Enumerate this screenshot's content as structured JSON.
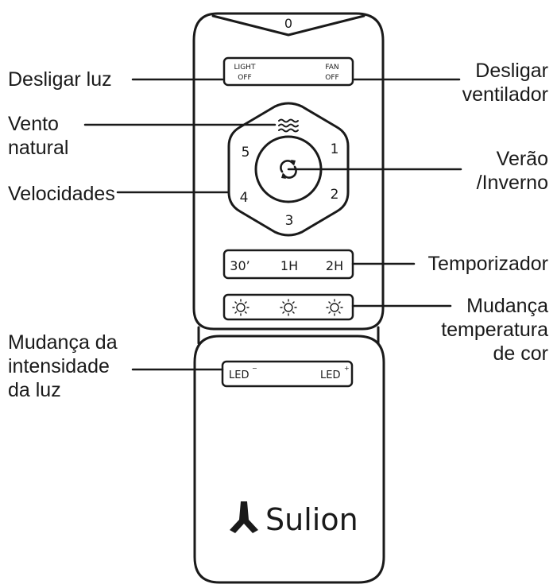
{
  "remote": {
    "power_symbol": "0",
    "light_off": {
      "line1": "LIGHT",
      "line2": "OFF"
    },
    "fan_off": {
      "line1": "FAN",
      "line2": "OFF"
    },
    "speeds": [
      "1",
      "2",
      "3",
      "4",
      "5"
    ],
    "timer": [
      "30’",
      "1H",
      "2H"
    ],
    "led_minus": "LED",
    "led_minus_sup": "−",
    "led_plus": "LED",
    "led_plus_sup": "+",
    "brand": "Sulion"
  },
  "callouts": {
    "light_off": [
      "Desligar luz"
    ],
    "fan_off": [
      "Desligar",
      "ventilador"
    ],
    "natural_wind": [
      "Vento",
      "natural"
    ],
    "speeds": [
      "Velocidades"
    ],
    "summer_winter": [
      "Verão",
      "/Inverno"
    ],
    "timer": [
      "Temporizador"
    ],
    "color_temp": [
      "Mudança",
      "temperatura",
      "de cor"
    ],
    "light_intensity": [
      "Mudança da",
      "intensidade",
      "da luz"
    ]
  },
  "colors": {
    "stroke": "#1a1a1a",
    "background": "#ffffff"
  },
  "icons": {
    "wind": "wind-waves-icon",
    "reverse": "rotate-arrows-icon",
    "sun": "sun-icon",
    "logo": "sulion-tripod-logo-icon"
  }
}
